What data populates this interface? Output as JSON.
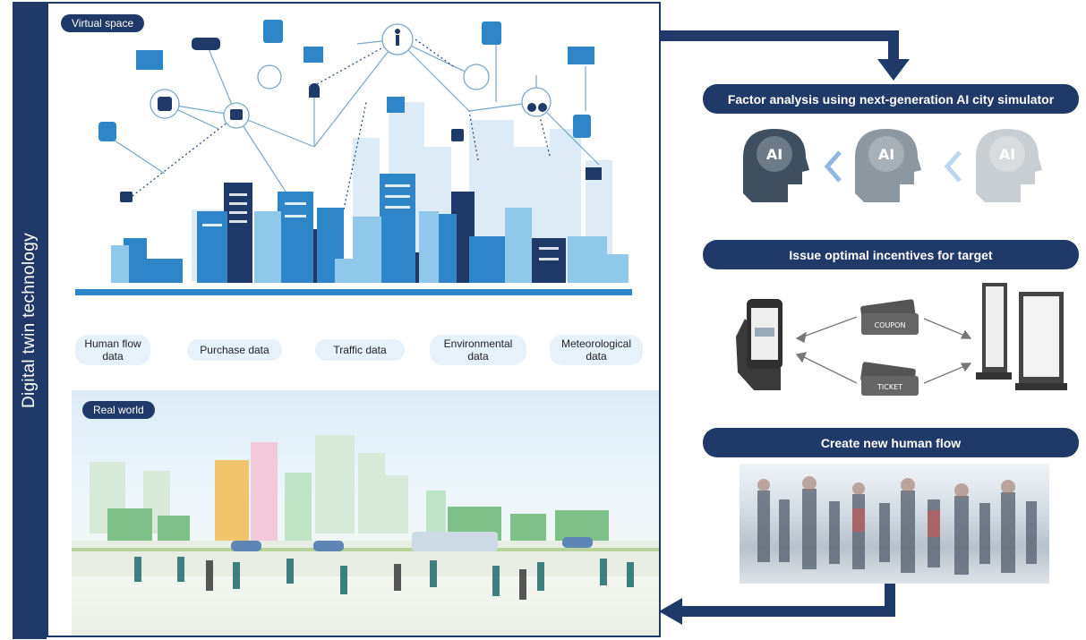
{
  "side_title": "Digital twin technology",
  "virtual_space": {
    "label": "Virtual space"
  },
  "real_world": {
    "label": "Real world"
  },
  "data_sources": [
    {
      "line1": "Human flow",
      "line2": "data"
    },
    {
      "line1": "Purchase data",
      "line2": ""
    },
    {
      "line1": "Traffic data",
      "line2": ""
    },
    {
      "line1": "Environmental",
      "line2": "data"
    },
    {
      "line1": "Meteorological",
      "line2": "data"
    }
  ],
  "steps": {
    "factor_analysis": "Factor analysis using next-generation AI city simulator",
    "incentives": "Issue optimal incentives for target",
    "human_flow": "Create new human flow"
  },
  "ai_label": "AI",
  "coupon_label": "COUPON",
  "ticket_label": "TICKET",
  "colors": {
    "navy": "#1f3a68",
    "blue": "#2e86c9",
    "light_blue": "#8fc8ea",
    "pale_blue": "#e6f1fa"
  }
}
